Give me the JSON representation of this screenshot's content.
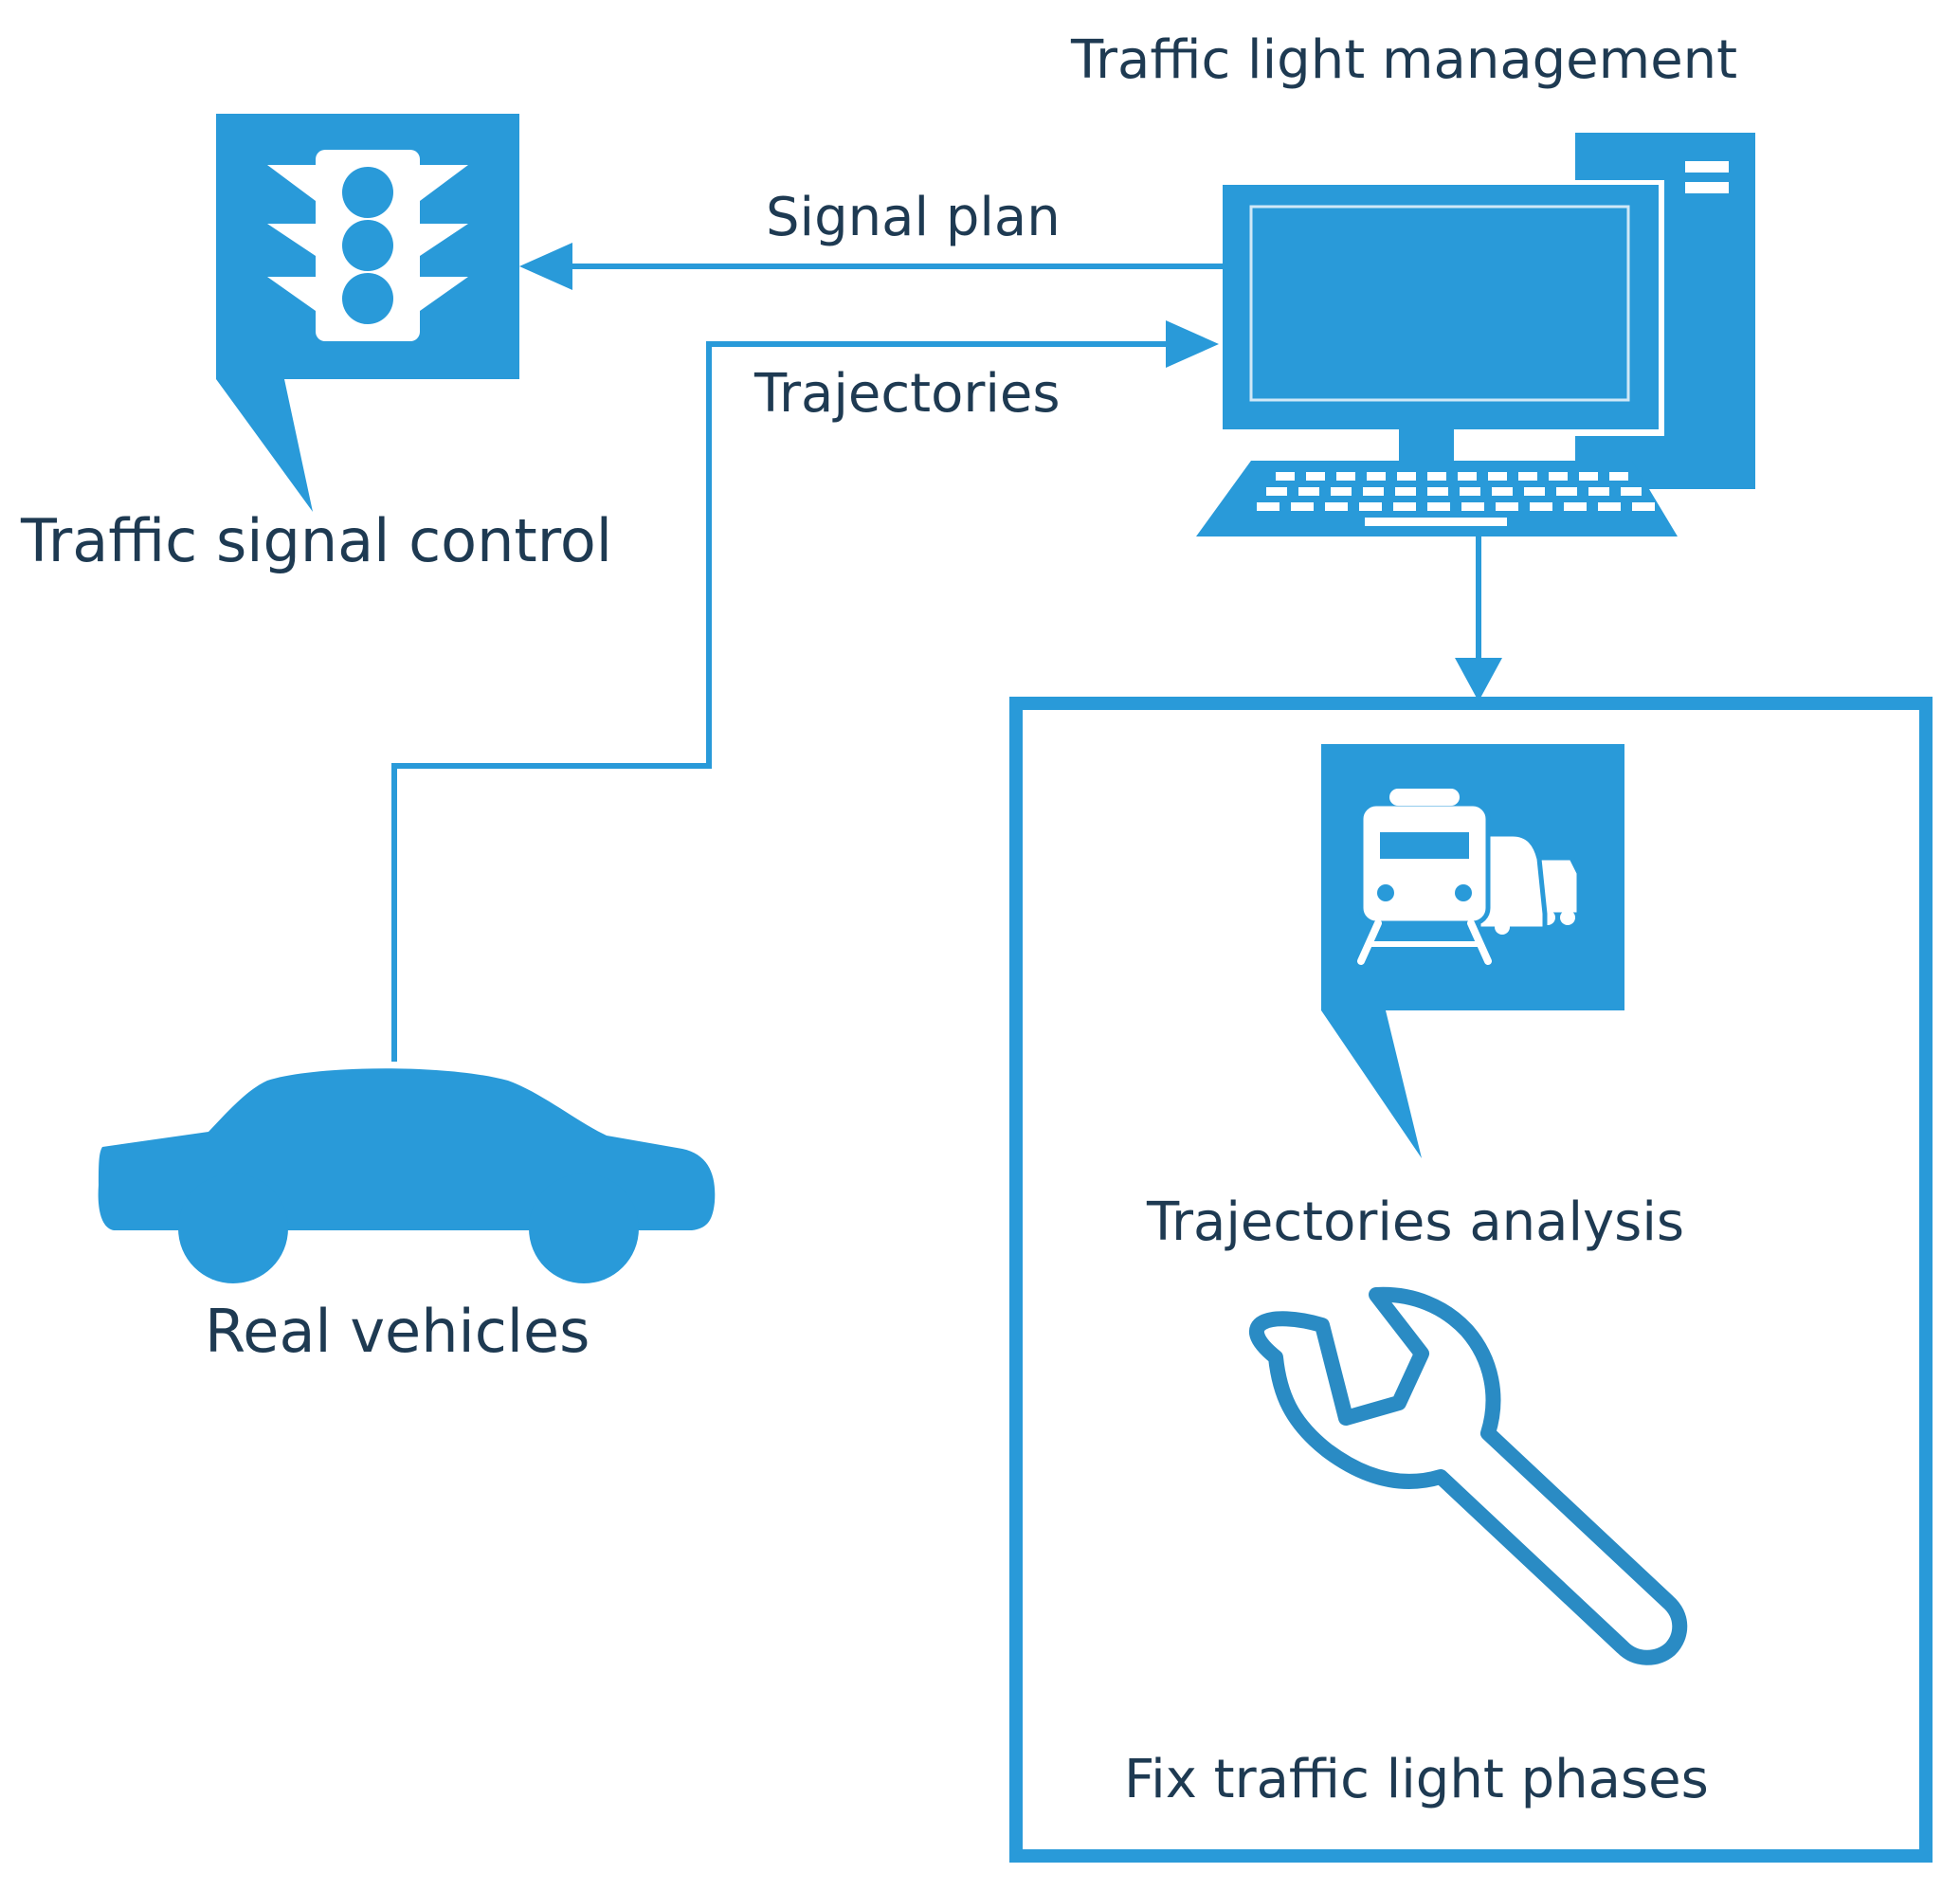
{
  "colors": {
    "accent": "#299ad9",
    "text": "#1e3a52",
    "background": "#ffffff"
  },
  "nodes": {
    "traffic_signal_control": {
      "label": "Traffic signal control",
      "icon": "traffic-light-icon"
    },
    "traffic_light_management": {
      "label": "Traffic light management",
      "icon": "desktop-computer-icon"
    },
    "real_vehicles": {
      "label": "Real vehicles",
      "icon": "car-icon"
    },
    "trajectories_analysis": {
      "label": "Trajectories analysis",
      "icon": "vehicles-icon"
    },
    "fix_phases": {
      "label": "Fix traffic light phases",
      "icon": "wrench-icon"
    }
  },
  "edges": {
    "signal_plan": {
      "label": "Signal plan",
      "from": "Traffic light management",
      "to": "Traffic signal control"
    },
    "trajectories": {
      "label": "Trajectories",
      "from": "Real vehicles",
      "to": "Traffic light management"
    },
    "to_analysis": {
      "label": "",
      "from": "Traffic light management",
      "to": "Trajectories analysis"
    }
  }
}
